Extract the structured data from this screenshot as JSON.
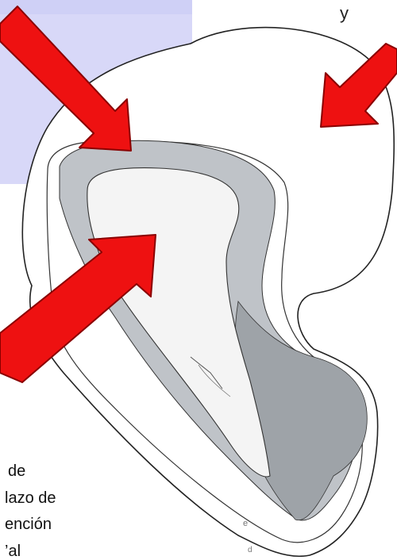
{
  "caption_lines": [
    "de",
    "lazo de",
    "ención",
    "’al"
  ],
  "fragments": {
    "top_right": "y",
    "mid_right": "e",
    "bottom_right": "d"
  },
  "colors": {
    "highlight_box": "#d8d8f8",
    "outer_fill": "#ffffff",
    "gray_layer": "#bfc3c8",
    "dark_gray_layer": "#9ea3a8",
    "inner_cavity": "#f4f4f4",
    "arrow_fill": "#ee1111",
    "arrow_outline": "#8a0000"
  },
  "arrows": [
    {
      "name": "arrow-top-left",
      "direction": "down-right",
      "target": "gray-layer"
    },
    {
      "name": "arrow-right",
      "direction": "down-left",
      "target": "outer-region"
    },
    {
      "name": "arrow-bottom-left",
      "direction": "up-right",
      "target": "inner-cavity"
    }
  ]
}
